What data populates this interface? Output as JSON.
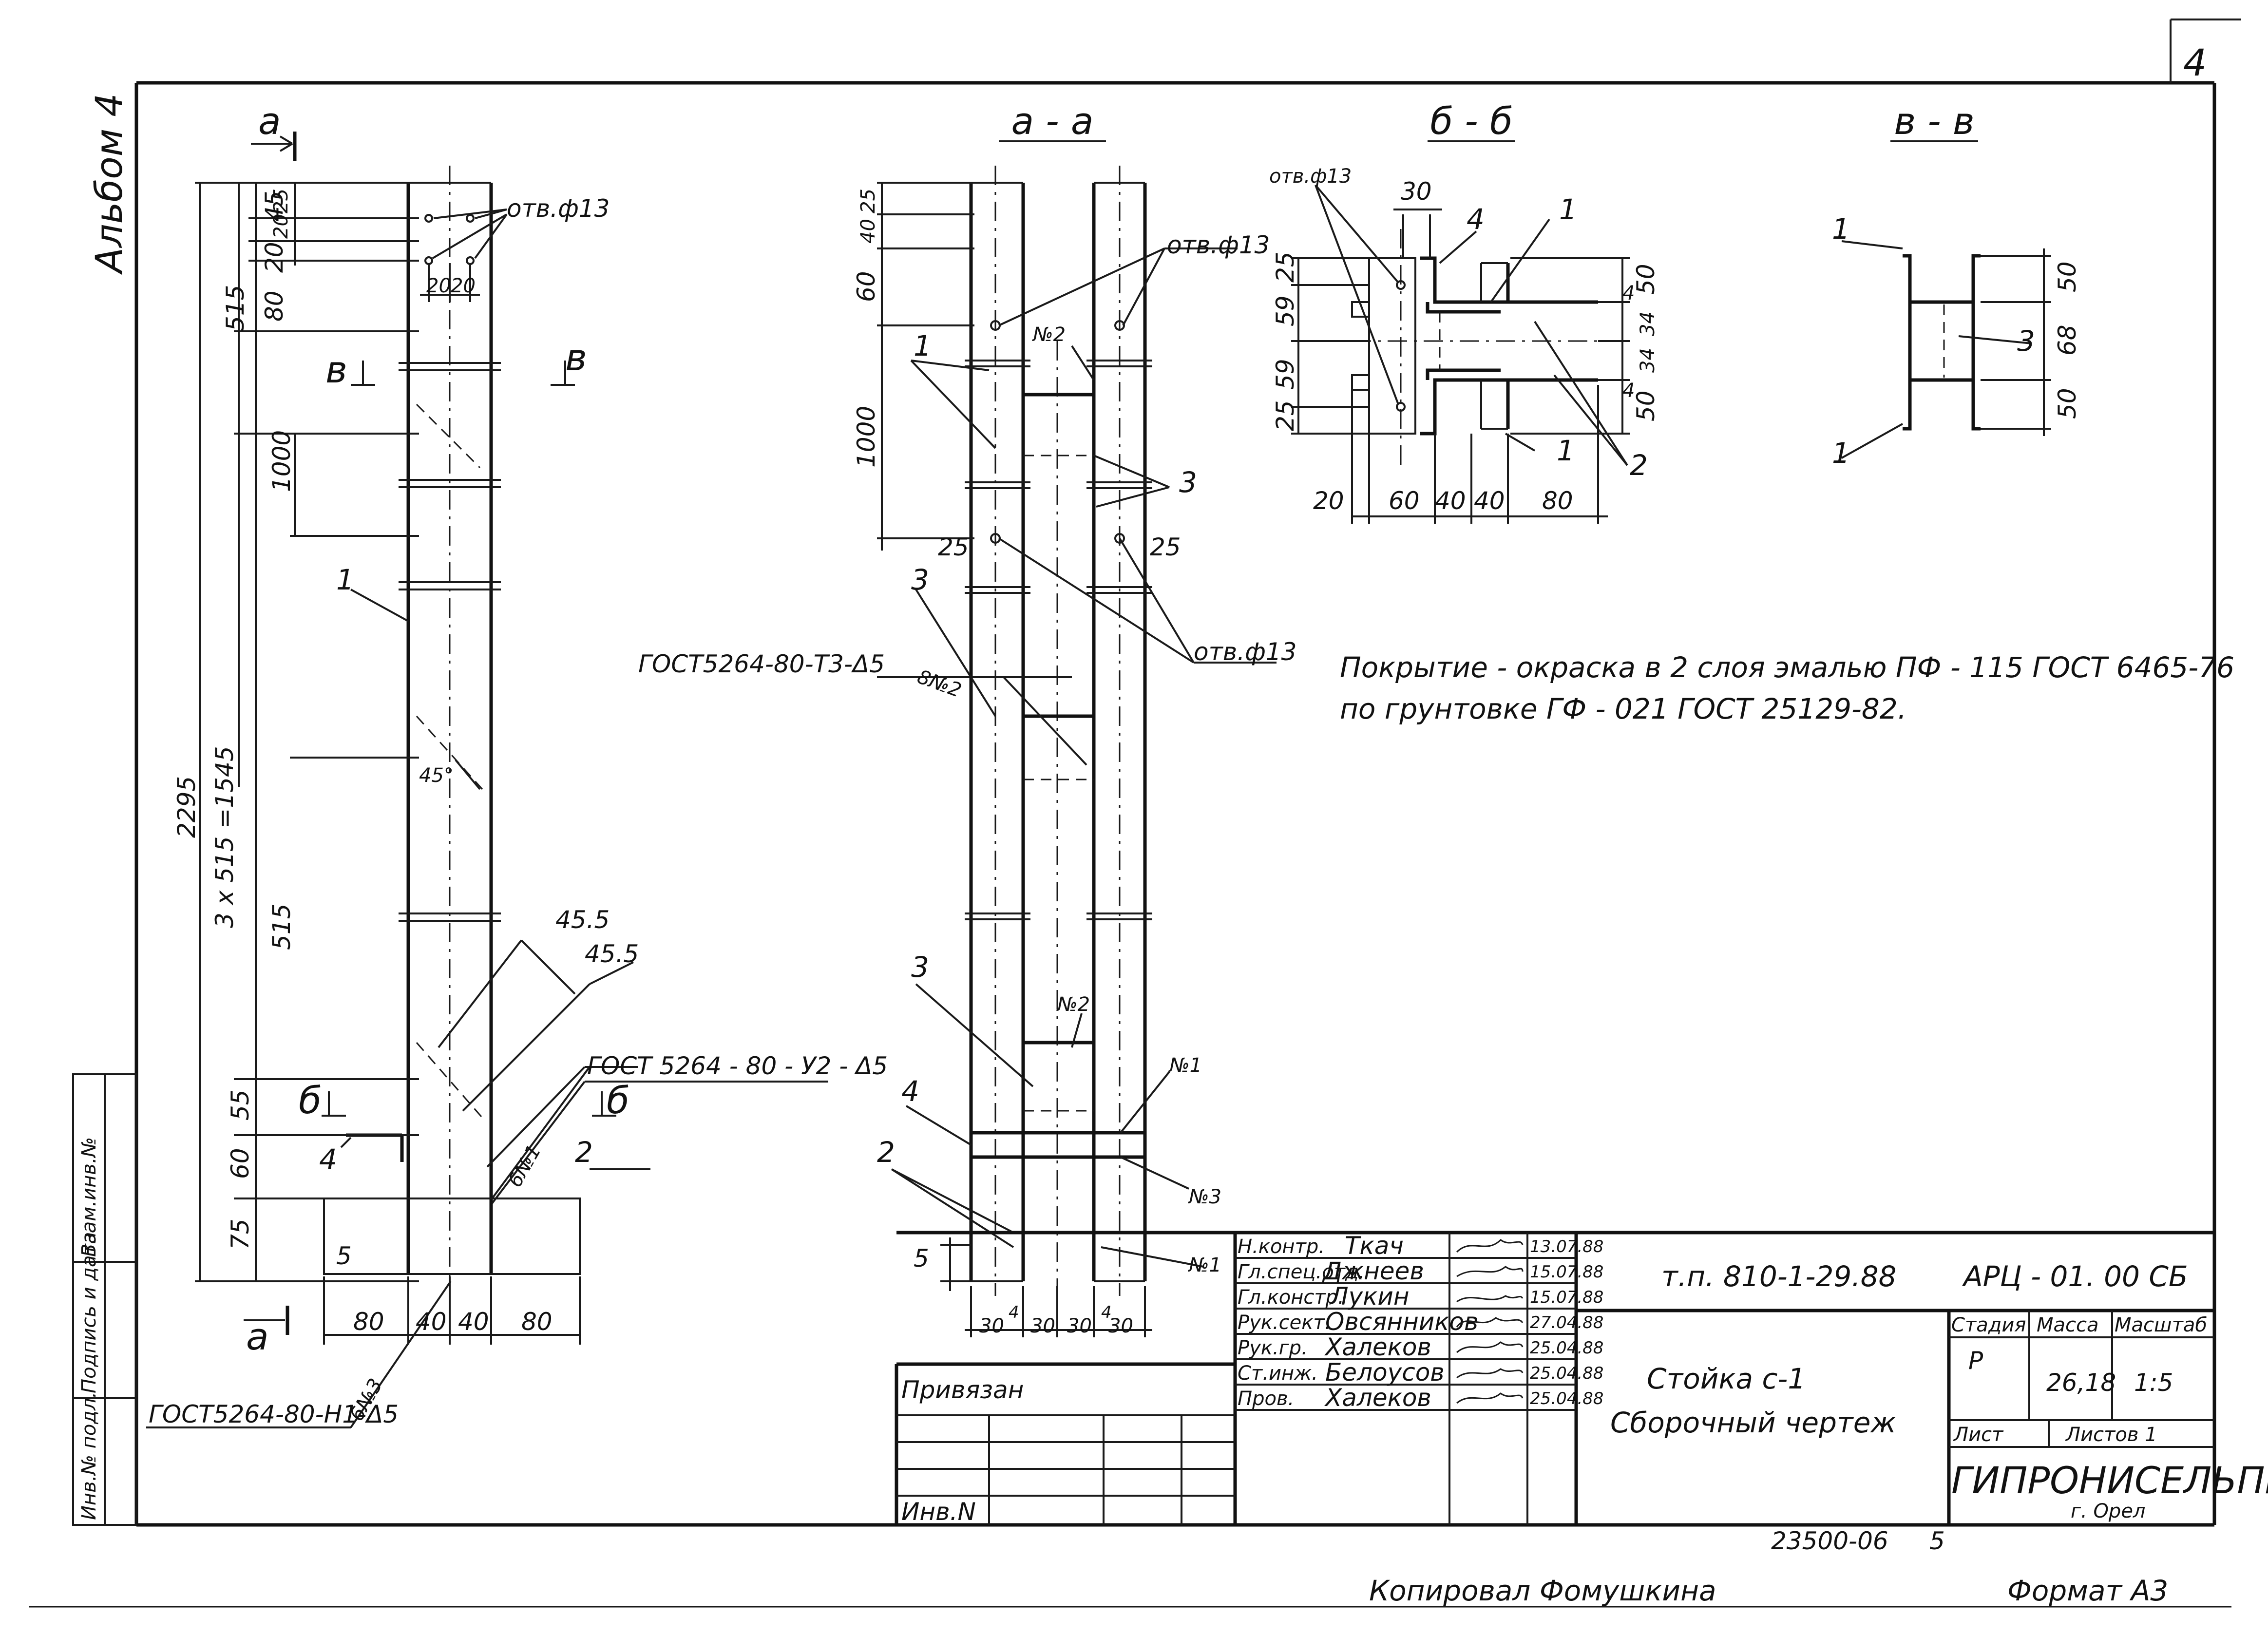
{
  "sheet": {
    "page_number": "4",
    "album_label": "Альбом 4",
    "copied_by": "Копировал Фомушкина",
    "format": "Формат А3",
    "archive_number": "23500-06",
    "archive_sheet": "5"
  },
  "views": {
    "main": {
      "section_mark": "а",
      "section_mark_b": "б",
      "section_mark_c": "в",
      "hole_label": "отв.ф13",
      "dims_left": [
        "45",
        "20",
        "25",
        "20",
        "80",
        "515",
        "1000",
        "2295",
        "3 x 515 =1545",
        "515",
        "55",
        "60",
        "75",
        "5"
      ],
      "dims_holes": [
        "20",
        "20"
      ],
      "dims_bottom": [
        "80",
        "40",
        "40",
        "80"
      ],
      "angle": "45°",
      "pos_1": "1",
      "pos_2": "2",
      "pos_4": "4",
      "weld_45a": "45.5",
      "weld_45b": "45.5",
      "weld_u2": "ГОСТ 5264 - 80 - У2 - Δ5",
      "weld_h1": "ГОСТ5264-80-Н1-Δ5",
      "weld_n3": "6№3",
      "weld_n1": "6№1"
    },
    "section_a": {
      "title": "а - а",
      "dims_left": [
        "25",
        "40",
        "60",
        "1000",
        "25"
      ],
      "dims_bottom": [
        "30",
        "4",
        "30",
        "30",
        "4",
        "30"
      ],
      "hole_label_top": "отв.ф13",
      "hole_label_mid": "отв.ф13",
      "dim_25": "25",
      "weld_t3": "ГОСТ5264-80-Т3-Δ5",
      "weld_8n2": "8№2",
      "n2_top": "№2",
      "n2_bottom": "№2",
      "n1_right": "№1",
      "n3": "№3",
      "n1_bottom": "№1",
      "pos_1": "1",
      "pos_2": "2",
      "pos_3a": "3",
      "pos_3b": "3",
      "pos_3c": "3",
      "pos_4": "4",
      "dim_5": "5"
    },
    "section_b": {
      "title": "б - б",
      "hole_label": "отв.ф13",
      "dim_30": "30",
      "dims_left": [
        "25",
        "59",
        "59",
        "25"
      ],
      "dims_right": [
        "50",
        "34",
        "34",
        "50"
      ],
      "dims_right_4a": "4",
      "dims_right_4b": "4",
      "dims_bottom": [
        "20",
        "60",
        "40",
        "40",
        "80"
      ],
      "pos_1a": "1",
      "pos_1b": "1",
      "pos_2": "2",
      "pos_4": "4"
    },
    "section_c": {
      "title": "в - в",
      "dims_right": [
        "50",
        "68",
        "50"
      ],
      "pos_1a": "1",
      "pos_1b": "1",
      "pos_3": "3"
    }
  },
  "note": {
    "line1": "Покрытие - окраска в 2 слоя  эмалью ПФ - 115 ГОСТ 6465-76",
    "line2": "по грунтовке ГФ - 021 ГОСТ 25129-82."
  },
  "left_stamp": {
    "col1": "Инв.№ подл.",
    "col2": "Подпись и дата",
    "col3": "Взам.инв.№"
  },
  "title_block": {
    "linked_label": "Привязан",
    "inv_label": "Инв.N",
    "project_code": "т.п. 810-1-29.88",
    "doc_code": "АРЦ - 01. 00 СБ",
    "title_line1": "Стойка с-1",
    "title_line2": "Сборочный  чертеж",
    "stage_header": "Стадия",
    "mass_header": "Масса",
    "scale_header": "Масштаб",
    "stage": "Р",
    "mass": "26,18",
    "scale": "1:5",
    "sheet_label": "Лист",
    "sheets_label": "Листов 1",
    "organization": "ГИПРОНИСЕЛЬПРОМ",
    "city": "г. Орел",
    "signers": [
      {
        "role": "Н.контр.",
        "name": "Ткач",
        "date": "13.07.88"
      },
      {
        "role": "Гл.спец.отд.",
        "name": "Джнеев",
        "date": "15.07.88"
      },
      {
        "role": "Гл.констр.",
        "name": "Лукин",
        "date": "15.07.88"
      },
      {
        "role": "Рук.сект.",
        "name": "Овсянников",
        "date": "27.04.88"
      },
      {
        "role": "Рук.гр.",
        "name": "Халеков",
        "date": "25.04.88"
      },
      {
        "role": "Ст.инж.",
        "name": "Белоусов",
        "date": "25.04.88"
      },
      {
        "role": "Пров.",
        "name": "Халеков",
        "date": "25.04.88"
      }
    ]
  }
}
